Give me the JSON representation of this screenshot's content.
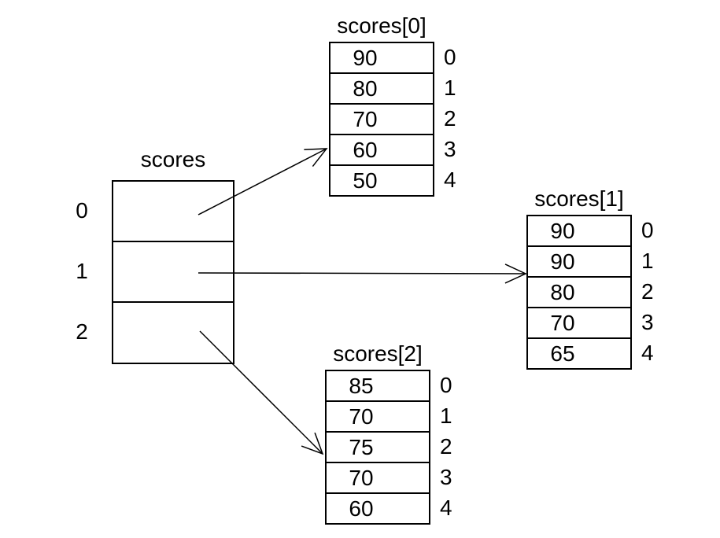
{
  "colors": {
    "background": "#ffffff",
    "line": "#000000",
    "text": "#000000"
  },
  "outer_array": {
    "title": "scores",
    "indices": [
      "0",
      "1",
      "2"
    ]
  },
  "sub_arrays": [
    {
      "title": "scores[0]",
      "values": [
        "90",
        "80",
        "70",
        "60",
        "50"
      ],
      "indices": [
        "0",
        "1",
        "2",
        "3",
        "4"
      ]
    },
    {
      "title": "scores[1]",
      "values": [
        "90",
        "90",
        "80",
        "70",
        "65"
      ],
      "indices": [
        "0",
        "1",
        "2",
        "3",
        "4"
      ]
    },
    {
      "title": "scores[2]",
      "values": [
        "85",
        "70",
        "75",
        "70",
        "60"
      ],
      "indices": [
        "0",
        "1",
        "2",
        "3",
        "4"
      ]
    }
  ]
}
